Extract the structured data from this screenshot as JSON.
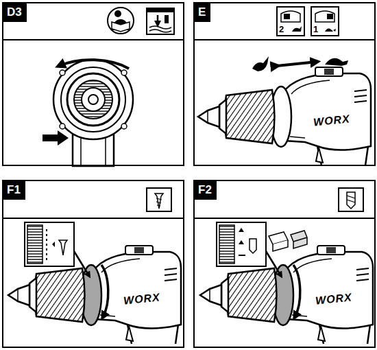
{
  "diagram": {
    "nodes": [
      {
        "text": [
          "D3"
        ]
      },
      {
        "text": [
          "E"
        ]
      },
      {
        "text": [
          "F1"
        ]
      },
      {
        "text": [
          "F2"
        ]
      }
    ],
    "labels": [
      "2",
      "1",
      "WORX",
      "WORX",
      "WORX"
    ]
  }
}
